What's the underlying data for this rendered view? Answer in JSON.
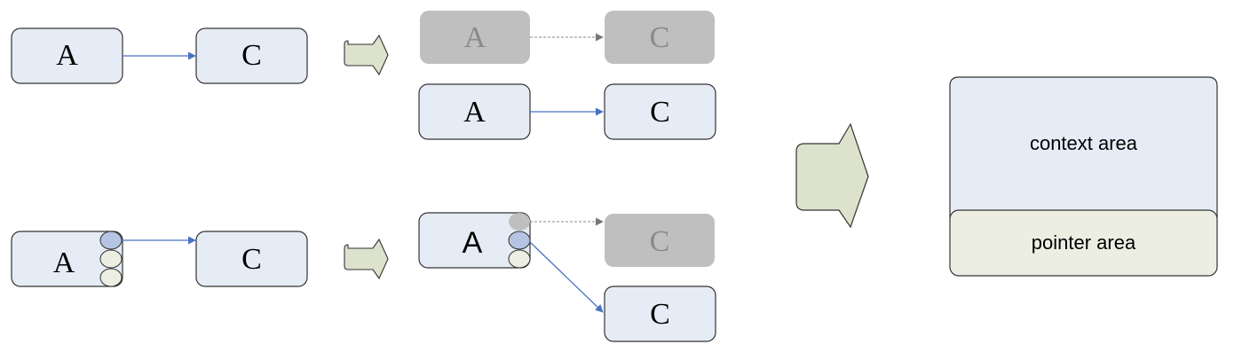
{
  "diagram": {
    "top_row": {
      "left": "A",
      "right": "C"
    },
    "top_result": {
      "ghost_left": "A",
      "ghost_right": "C",
      "left": "A",
      "right": "C"
    },
    "bottom_row": {
      "left": "A",
      "right": "C"
    },
    "bottom_result": {
      "left": "A",
      "ghost_right": "C",
      "right": "C"
    },
    "legend": {
      "context_area": "context area",
      "pointer_area": "pointer area"
    },
    "colors": {
      "node_fill": "#e6ecf6",
      "ghost_fill": "#bfbfbf",
      "ghost_text": "#8a8a8a",
      "pointer_fill": "#eceee2",
      "pointer_active": "#b6c4e3",
      "arrow_blue": "#4a72c4",
      "shape_arrow": "#dde2cd"
    }
  }
}
